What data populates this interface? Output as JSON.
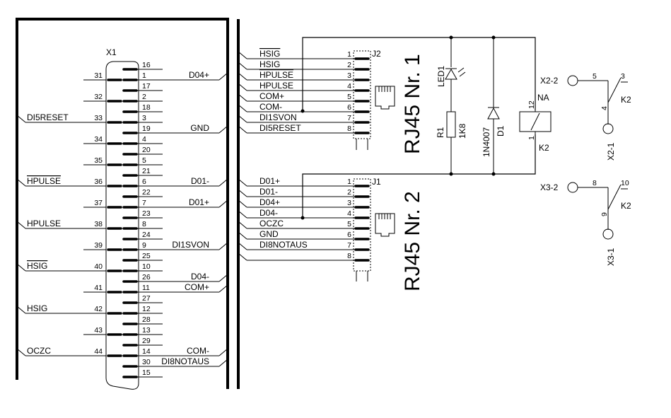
{
  "connector_x1": {
    "ref": "X1",
    "left_signals": [
      {
        "text": "DI5RESET",
        "overline": false,
        "pin": "33"
      },
      {
        "text": "HPULSE",
        "overline": true,
        "pin": "36"
      },
      {
        "text": "HPULSE",
        "overline": false,
        "pin": "38"
      },
      {
        "text": "HSIG",
        "overline": true,
        "pin": "40"
      },
      {
        "text": "HSIG",
        "overline": false,
        "pin": "42"
      },
      {
        "text": "OCZC",
        "overline": false,
        "pin": "44"
      }
    ],
    "left_pins": [
      "31",
      "32",
      "33",
      "34",
      "35",
      "36",
      "37",
      "38",
      "39",
      "40",
      "41",
      "42",
      "43",
      "44"
    ],
    "right_pins": [
      "16",
      "1",
      "17",
      "2",
      "18",
      "3",
      "19",
      "4",
      "20",
      "5",
      "21",
      "6",
      "22",
      "7",
      "23",
      "8",
      "24",
      "9",
      "25",
      "10",
      "26",
      "11",
      "27",
      "12",
      "28",
      "13",
      "29",
      "14",
      "30",
      "15"
    ],
    "right_signals": [
      {
        "text": "D04+",
        "pin": "1"
      },
      {
        "text": "GND",
        "pin": "19"
      },
      {
        "text": "D01-",
        "pin": "6"
      },
      {
        "text": "D01+",
        "pin": "7"
      },
      {
        "text": "DI1SVON",
        "pin": "9"
      },
      {
        "text": "D04-",
        "pin": "26"
      },
      {
        "text": "COM+",
        "pin": "11"
      },
      {
        "text": "COM-",
        "pin": "14"
      },
      {
        "text": "DI8NOTAUS",
        "pin": "30"
      }
    ]
  },
  "j2": {
    "ref": "J2",
    "title": "RJ45 Nr. 1",
    "signals": [
      {
        "text": "HSIG",
        "overline": true
      },
      {
        "text": "HSIG",
        "overline": false
      },
      {
        "text": "HPULSE",
        "overline": true
      },
      {
        "text": "HPULSE",
        "overline": false
      },
      {
        "text": "COM+",
        "overline": false
      },
      {
        "text": "COM-",
        "overline": false
      },
      {
        "text": "DI1SVON",
        "overline": false
      },
      {
        "text": "DI5RESET",
        "overline": false
      }
    ],
    "pins": [
      "1",
      "2",
      "3",
      "4",
      "5",
      "6",
      "7",
      "8"
    ]
  },
  "j1": {
    "ref": "J1",
    "title": "RJ45 Nr. 2",
    "signals": [
      {
        "text": "D01+",
        "overline": false
      },
      {
        "text": "D01-",
        "overline": false
      },
      {
        "text": "D04+",
        "overline": false
      },
      {
        "text": "D04-",
        "overline": false
      },
      {
        "text": "OCZC",
        "overline": false
      },
      {
        "text": "GND",
        "overline": false
      },
      {
        "text": "DI8NOTAUS",
        "overline": false
      },
      {
        "text": "",
        "overline": false
      }
    ],
    "pins": [
      "1",
      "2",
      "3",
      "4",
      "5",
      "6",
      "7",
      "8"
    ]
  },
  "components": {
    "led": "LED1",
    "resistor_ref": "R1",
    "resistor_value": "1K8",
    "diode_ref": "D1",
    "diode_type": "1N4007",
    "relay_ref": "K2",
    "relay_pin_top": "12",
    "relay_pin_bottom": "1",
    "relay_na": "NA"
  },
  "relay_contacts": {
    "upper": {
      "terminal_a": "X2-2",
      "terminal_b": "X2-1",
      "pin_a": "5",
      "pin_c": "3",
      "pin_b": "4",
      "ref": "K2"
    },
    "lower": {
      "terminal_a": "X3-2",
      "terminal_b": "X3-1",
      "pin_a": "8",
      "pin_c": "10",
      "pin_b": "9",
      "ref": "K2"
    }
  }
}
